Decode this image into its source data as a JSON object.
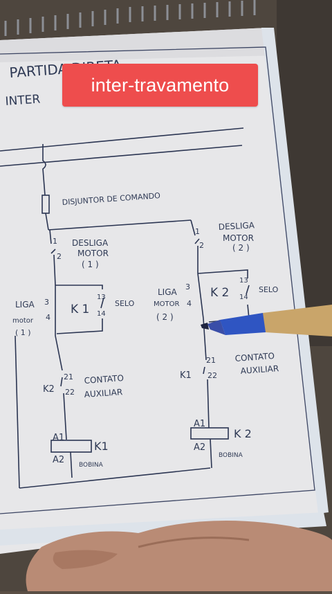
{
  "caption": "inter-travamento",
  "title_line1": "PARTIDA  DIRETA",
  "title_line2": "INTER",
  "labels": {
    "breaker": "DISJUNTOR  DE  COMANDO",
    "desliga1_a": "DESLIGA",
    "desliga1_b": "MOTOR",
    "desliga1_c": "( 1 )",
    "desliga2_a": "DESLIGA",
    "desliga2_b": "MOTOR",
    "desliga2_c": "( 2 )",
    "liga1_a": "LIGA",
    "liga1_b": "motor",
    "liga1_c": "( 1 )",
    "liga2_a": "LIGA",
    "liga2_b": "MOTOR",
    "liga2_c": "( 2 )",
    "k1_selo": "K 1",
    "k2_selo": "K 2",
    "selo1": "SELO",
    "selo2": "SELO",
    "contato1_a": "CONTATO",
    "contato1_b": "AUXILIAR",
    "contato2_a": "CONTATO",
    "contato2_b": "AUXILIAR",
    "k2_aux": "K2",
    "k1_aux": "K1",
    "coil1": "K1",
    "coil2": "K 2",
    "bobina1": "BOBINA",
    "bobina2": "BOBINA",
    "n1": "1",
    "n2": "2",
    "n3": "3",
    "n4": "4",
    "n13": "13",
    "n14": "14",
    "n21": "21",
    "n22": "22",
    "a1": "A1",
    "a2": "A2"
  }
}
